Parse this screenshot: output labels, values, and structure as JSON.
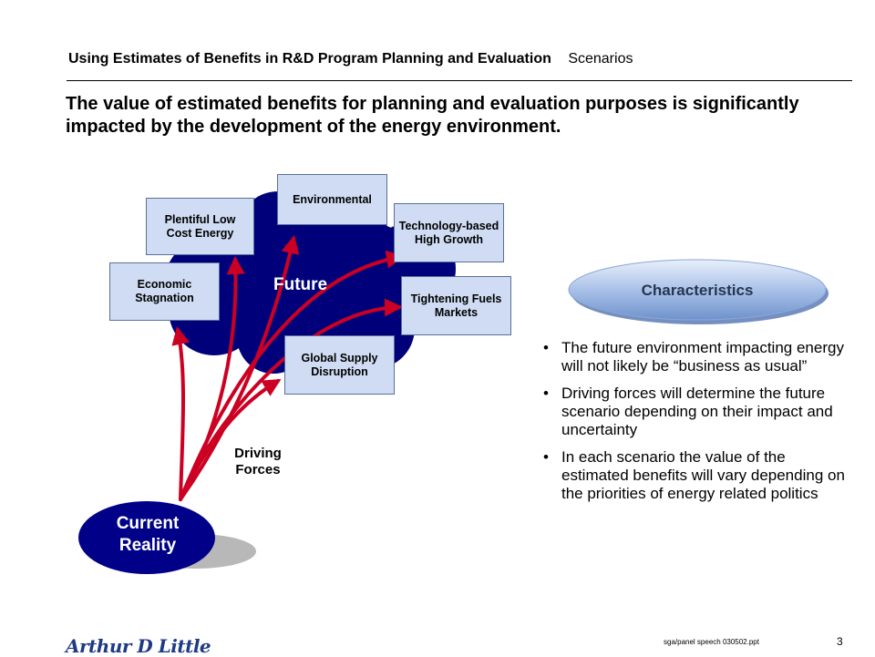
{
  "header": {
    "title": "Using Estimates of Benefits in R&D Program Planning and Evaluation",
    "section": "Scenarios"
  },
  "headline": "The value of estimated benefits for planning and evaluation purposes is significantly impacted by the development of the energy environment.",
  "diagram": {
    "future_label": "Future",
    "driving_forces_label": "Driving Forces",
    "current_reality_label": "Current Reality",
    "scenarios": {
      "environmental": "Environmental",
      "plentiful_low_cost_energy": "Plentiful Low Cost Energy",
      "technology_based_high_growth": "Technology-based High Growth",
      "economic_stagnation": "Economic Stagnation",
      "tightening_fuels_markets": "Tightening Fuels Markets",
      "global_supply_disruption": "Global Supply Disruption"
    },
    "colors": {
      "cloud": "#00007a",
      "arrows": "#cc0022",
      "boxes": "#cfdcf3",
      "current_reality": "#000088"
    }
  },
  "characteristics": {
    "title": "Characteristics",
    "bullets": [
      "The future environment impacting energy will not likely be “business as usual”",
      "Driving forces will determine the future scenario depending on their impact and uncertainty",
      "In each scenario the value of the estimated benefits will vary depending on the priorities of energy related politics"
    ]
  },
  "footer": {
    "logo": "Arthur D Little",
    "file": "sga/panel speech 030502.ppt",
    "page": "3"
  }
}
